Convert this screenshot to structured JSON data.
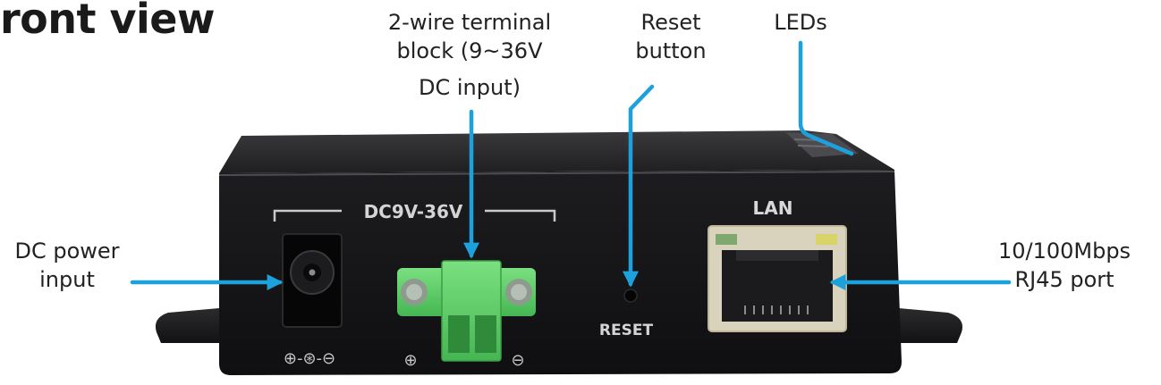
{
  "diagram": {
    "title": "ront view",
    "callouts": {
      "terminal": [
        "2-wire terminal",
        "block (9~36V",
        "DC input)"
      ],
      "reset": [
        "Reset",
        "button"
      ],
      "leds": [
        "LEDs"
      ],
      "dc_power": [
        "DC power",
        "input"
      ],
      "rj45": [
        "10/100Mbps",
        "RJ45 port"
      ]
    },
    "panel_labels": {
      "voltage": "DC9V-36V",
      "reset": "RESET",
      "lan": "LAN",
      "polarity_dc": "⊕-⊛-⊖",
      "terminal_left": "⊕",
      "terminal_right": "⊖"
    },
    "colors": {
      "arrow": "#1da1dc",
      "device_body": "#151517",
      "terminal_block": "#5ed16b",
      "rj45_frame": "#d9d3bd"
    }
  }
}
